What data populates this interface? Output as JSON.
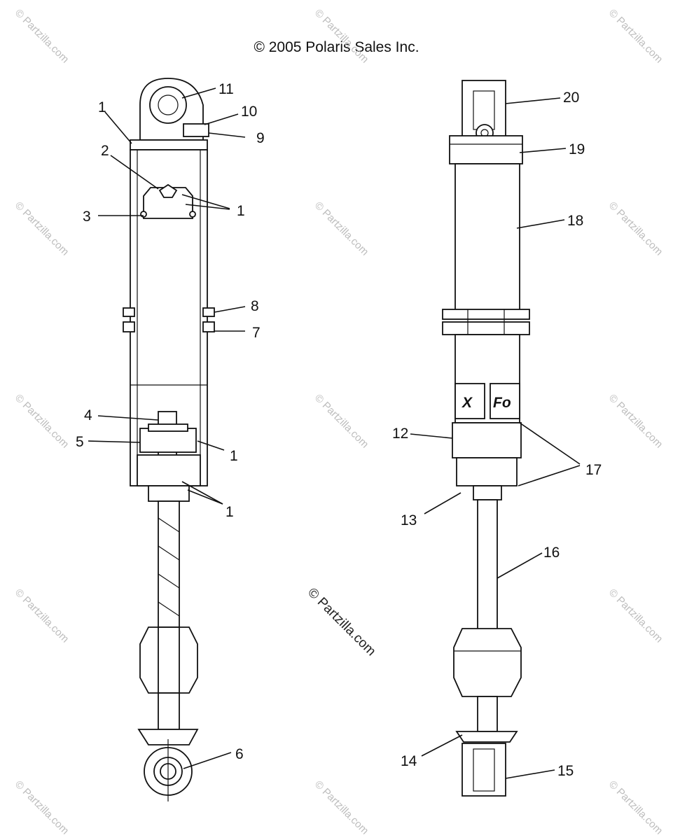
{
  "copyright": "© 2005 Polaris Sales Inc.",
  "watermark": "© Partzilla.com",
  "center_watermark": "© Partzilla.com",
  "brand_marks": {
    "left": "X",
    "right": "Fo"
  },
  "callouts": {
    "c1a": "1",
    "c2": "2",
    "c1b": "1",
    "c3": "3",
    "c11": "11",
    "c10": "10",
    "c9": "9",
    "c8": "8",
    "c7": "7",
    "c4": "4",
    "c5": "5",
    "c1c": "1",
    "c1d": "1",
    "c6": "6",
    "c20": "20",
    "c19": "19",
    "c18": "18",
    "c12": "12",
    "c17": "17",
    "c13": "13",
    "c16": "16",
    "c14": "14",
    "c15": "15"
  }
}
